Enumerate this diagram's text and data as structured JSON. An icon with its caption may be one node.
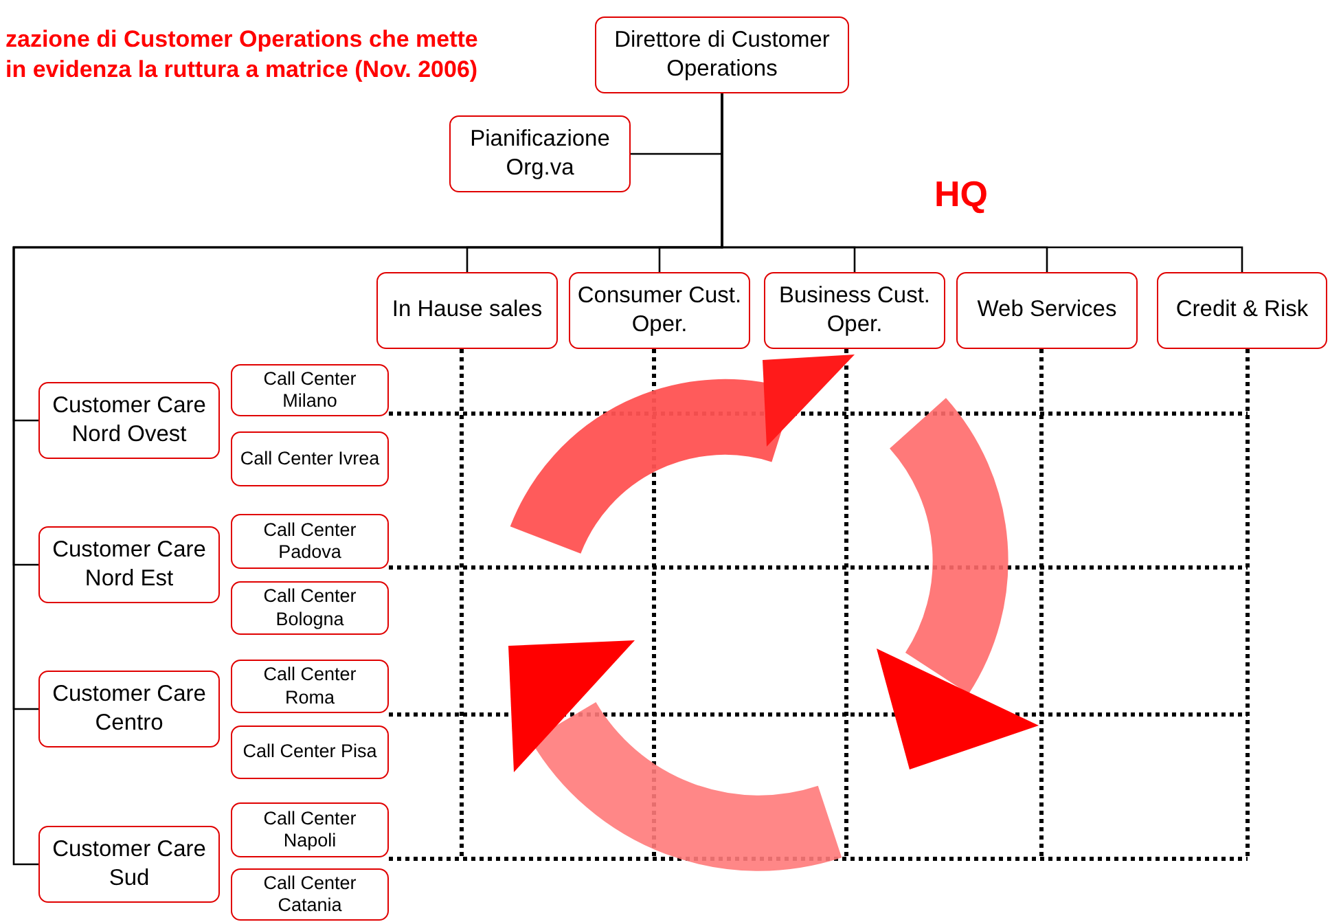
{
  "diagram": {
    "title": "zazione di Customer Operations che mette in evidenza la ruttura a matrice (Nov. 2006)",
    "nodes": [
      {
        "text": [
          "Direttore di Customer Operations"
        ]
      },
      {
        "text": [
          "Pianificazione Org.va"
        ]
      },
      {
        "text": [
          "In Hause sales"
        ]
      },
      {
        "text": [
          "Consumer Cust. Oper."
        ]
      },
      {
        "text": [
          "Business Cust. Oper."
        ]
      },
      {
        "text": [
          "Web Services"
        ]
      },
      {
        "text": [
          "Credit & Risk"
        ]
      },
      {
        "text": [
          "Customer Care Nord Ovest"
        ]
      },
      {
        "text": [
          "Customer Care Nord Est"
        ]
      },
      {
        "text": [
          "Customer Care Centro"
        ]
      },
      {
        "text": [
          "Customer Care Sud"
        ]
      },
      {
        "text": [
          "Call Center Milano"
        ]
      },
      {
        "text": [
          "Call Center Ivrea"
        ]
      },
      {
        "text": [
          "Call Center Padova"
        ]
      },
      {
        "text": [
          "Call Center Bologna"
        ]
      },
      {
        "text": [
          "Call Center Roma"
        ]
      },
      {
        "text": [
          "Call Center Pisa"
        ]
      },
      {
        "text": [
          "Call Center Napoli"
        ]
      },
      {
        "text": [
          "Call Center Catania"
        ]
      }
    ],
    "edges": [
      {
        "from": 0,
        "to": 1,
        "arrow": "none"
      },
      {
        "from": 0,
        "to": 2,
        "arrow": "none"
      },
      {
        "from": 0,
        "to": 3,
        "arrow": "none"
      },
      {
        "from": 0,
        "to": 4,
        "arrow": "none"
      },
      {
        "from": 0,
        "to": 5,
        "arrow": "none"
      },
      {
        "from": 0,
        "to": 6,
        "arrow": "none"
      },
      {
        "from": 0,
        "to": 7,
        "arrow": "none"
      },
      {
        "from": 0,
        "to": 8,
        "arrow": "none"
      },
      {
        "from": 0,
        "to": 9,
        "arrow": "none"
      },
      {
        "from": 0,
        "to": 10,
        "arrow": "none"
      }
    ],
    "labels": [
      "HQ"
    ]
  }
}
